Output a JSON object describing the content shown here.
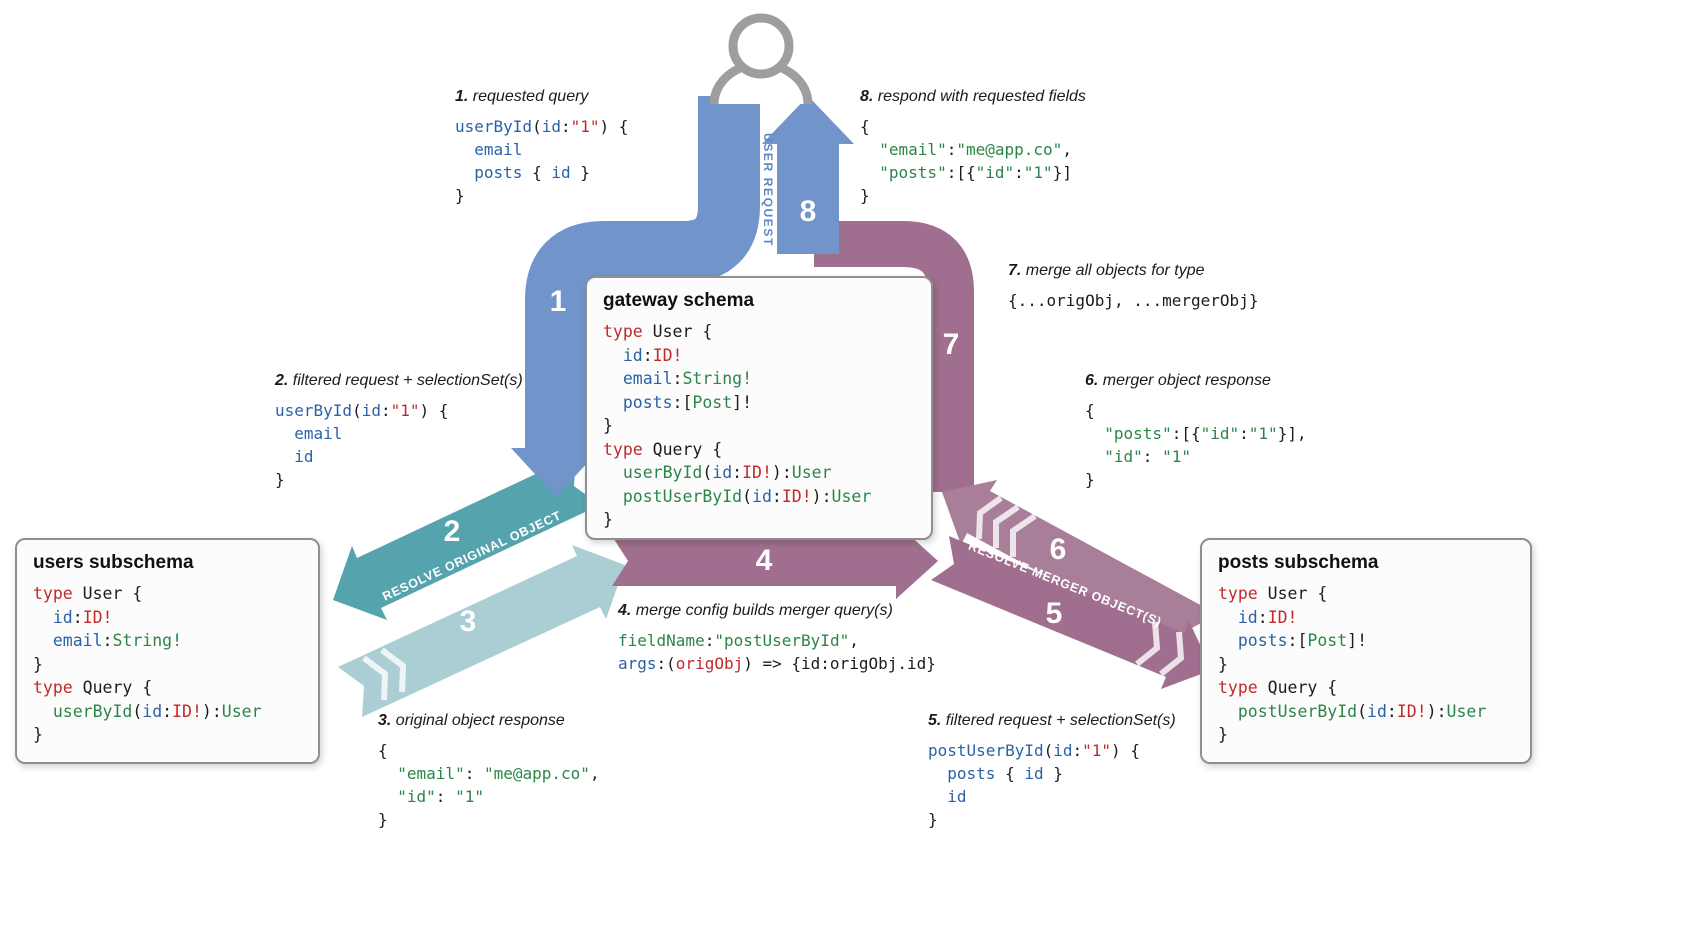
{
  "flow": {
    "user_request_label": "USER REQUEST",
    "resolve_original_label": "RESOLVE ORIGINAL OBJECT",
    "resolve_merger_label": "RESOLVE MERGER OBJECT(S)",
    "steps": [
      "1",
      "2",
      "3",
      "4",
      "5",
      "6",
      "7",
      "8"
    ]
  },
  "colors": {
    "blue": "#7195ca",
    "teal": "#55a3ad",
    "teal_light": "#abced5",
    "purple": "#a06f8f",
    "purple_light": "#a87e99",
    "icon_gray": "#9e9e9e"
  },
  "boxes": {
    "gateway": {
      "title": "gateway schema",
      "code": [
        [
          [
            "type",
            "k"
          ],
          [
            " User {",
            "p"
          ]
        ],
        [
          [
            "  ",
            "p"
          ],
          [
            "id",
            "b"
          ],
          [
            ":",
            "p"
          ],
          [
            "ID!",
            "k"
          ]
        ],
        [
          [
            "  ",
            "p"
          ],
          [
            "email",
            "b"
          ],
          [
            ":",
            "p"
          ],
          [
            "String!",
            "g"
          ]
        ],
        [
          [
            "  ",
            "p"
          ],
          [
            "posts",
            "b"
          ],
          [
            ":[",
            "p"
          ],
          [
            "Post",
            "g"
          ],
          [
            "]!",
            "p"
          ]
        ],
        [
          [
            "}",
            "p"
          ]
        ],
        [
          [
            "type",
            "k"
          ],
          [
            " Query {",
            "p"
          ]
        ],
        [
          [
            "  ",
            "p"
          ],
          [
            "userById",
            "g"
          ],
          [
            "(",
            "p"
          ],
          [
            "id",
            "b"
          ],
          [
            ":",
            "p"
          ],
          [
            "ID!",
            "k"
          ],
          [
            "):",
            "p"
          ],
          [
            "User",
            "g"
          ]
        ],
        [
          [
            "  ",
            "p"
          ],
          [
            "postUserById",
            "g"
          ],
          [
            "(",
            "p"
          ],
          [
            "id",
            "b"
          ],
          [
            ":",
            "p"
          ],
          [
            "ID!",
            "k"
          ],
          [
            "):",
            "p"
          ],
          [
            "User",
            "g"
          ]
        ],
        [
          [
            "}",
            "p"
          ]
        ]
      ]
    },
    "users": {
      "title": "users subschema",
      "code": [
        [
          [
            "type",
            "k"
          ],
          [
            " User {",
            "p"
          ]
        ],
        [
          [
            "  ",
            "p"
          ],
          [
            "id",
            "b"
          ],
          [
            ":",
            "p"
          ],
          [
            "ID!",
            "k"
          ]
        ],
        [
          [
            "  ",
            "p"
          ],
          [
            "email",
            "b"
          ],
          [
            ":",
            "p"
          ],
          [
            "String!",
            "g"
          ]
        ],
        [
          [
            "}",
            "p"
          ]
        ],
        [
          [
            "type",
            "k"
          ],
          [
            " Query {",
            "p"
          ]
        ],
        [
          [
            "  ",
            "p"
          ],
          [
            "userById",
            "g"
          ],
          [
            "(",
            "p"
          ],
          [
            "id",
            "b"
          ],
          [
            ":",
            "p"
          ],
          [
            "ID!",
            "k"
          ],
          [
            "):",
            "p"
          ],
          [
            "User",
            "g"
          ]
        ],
        [
          [
            "}",
            "p"
          ]
        ]
      ]
    },
    "posts": {
      "title": "posts subschema",
      "code": [
        [
          [
            "type",
            "k"
          ],
          [
            " User {",
            "p"
          ]
        ],
        [
          [
            "  ",
            "p"
          ],
          [
            "id",
            "b"
          ],
          [
            ":",
            "p"
          ],
          [
            "ID!",
            "k"
          ]
        ],
        [
          [
            "  ",
            "p"
          ],
          [
            "posts",
            "b"
          ],
          [
            ":[",
            "p"
          ],
          [
            "Post",
            "g"
          ],
          [
            "]!",
            "p"
          ]
        ],
        [
          [
            "}",
            "p"
          ]
        ],
        [
          [
            "type",
            "k"
          ],
          [
            " Query {",
            "p"
          ]
        ],
        [
          [
            "  ",
            "p"
          ],
          [
            "postUserById",
            "g"
          ],
          [
            "(",
            "p"
          ],
          [
            "id",
            "b"
          ],
          [
            ":",
            "p"
          ],
          [
            "ID!",
            "k"
          ],
          [
            "):",
            "p"
          ],
          [
            "User",
            "g"
          ]
        ],
        [
          [
            "}",
            "p"
          ]
        ]
      ]
    }
  },
  "annotations": {
    "a1": {
      "num": "1.",
      "label": "requested query",
      "code": [
        [
          [
            "userById",
            "b"
          ],
          [
            "(",
            "p"
          ],
          [
            "id",
            "b"
          ],
          [
            ":",
            "p"
          ],
          [
            "\"1\"",
            "k"
          ],
          [
            ") {",
            "p"
          ]
        ],
        [
          [
            "  ",
            "p"
          ],
          [
            "email",
            "b"
          ]
        ],
        [
          [
            "  ",
            "p"
          ],
          [
            "posts",
            "b"
          ],
          [
            " { ",
            "p"
          ],
          [
            "id",
            "b"
          ],
          [
            " }",
            "p"
          ]
        ],
        [
          [
            "}",
            "p"
          ]
        ]
      ]
    },
    "a2": {
      "num": "2.",
      "label": "filtered request + selectionSet(s)",
      "code": [
        [
          [
            "userById",
            "b"
          ],
          [
            "(",
            "p"
          ],
          [
            "id",
            "b"
          ],
          [
            ":",
            "p"
          ],
          [
            "\"1\"",
            "k"
          ],
          [
            ") {",
            "p"
          ]
        ],
        [
          [
            "  ",
            "p"
          ],
          [
            "email",
            "b"
          ]
        ],
        [
          [
            "  ",
            "p"
          ],
          [
            "id",
            "b"
          ]
        ],
        [
          [
            "}",
            "p"
          ]
        ]
      ]
    },
    "a3": {
      "num": "3.",
      "label": "original object response",
      "code": [
        [
          [
            "{",
            "p"
          ]
        ],
        [
          [
            "  ",
            "p"
          ],
          [
            "\"email\"",
            "g"
          ],
          [
            ": ",
            "p"
          ],
          [
            "\"me@app.co\"",
            "g"
          ],
          [
            ",",
            "p"
          ]
        ],
        [
          [
            "  ",
            "p"
          ],
          [
            "\"id\"",
            "g"
          ],
          [
            ": ",
            "p"
          ],
          [
            "\"1\"",
            "g"
          ]
        ],
        [
          [
            "}",
            "p"
          ]
        ]
      ]
    },
    "a4": {
      "num": "4.",
      "label": "merge config builds merger query(s)",
      "code": [
        [
          [
            "fieldName",
            "g"
          ],
          [
            ":",
            "p"
          ],
          [
            "\"postUserById\"",
            "g"
          ],
          [
            ",",
            "p"
          ]
        ],
        [
          [
            "args",
            "b"
          ],
          [
            ":(",
            "p"
          ],
          [
            "origObj",
            "k"
          ],
          [
            ") => {id:origObj.id}",
            "p"
          ]
        ]
      ]
    },
    "a5": {
      "num": "5.",
      "label": "filtered request + selectionSet(s)",
      "code": [
        [
          [
            "postUserById",
            "b"
          ],
          [
            "(",
            "p"
          ],
          [
            "id",
            "b"
          ],
          [
            ":",
            "p"
          ],
          [
            "\"1\"",
            "k"
          ],
          [
            ") {",
            "p"
          ]
        ],
        [
          [
            "  ",
            "p"
          ],
          [
            "posts",
            "b"
          ],
          [
            " { ",
            "p"
          ],
          [
            "id",
            "b"
          ],
          [
            " }",
            "p"
          ]
        ],
        [
          [
            "  ",
            "p"
          ],
          [
            "id",
            "b"
          ]
        ],
        [
          [
            "}",
            "p"
          ]
        ]
      ]
    },
    "a6": {
      "num": "6.",
      "label": "merger object response",
      "code": [
        [
          [
            "{",
            "p"
          ]
        ],
        [
          [
            "  ",
            "p"
          ],
          [
            "\"posts\"",
            "g"
          ],
          [
            ":[{",
            "p"
          ],
          [
            "\"id\"",
            "g"
          ],
          [
            ":",
            "p"
          ],
          [
            "\"1\"",
            "g"
          ],
          [
            "}],",
            "p"
          ]
        ],
        [
          [
            "  ",
            "p"
          ],
          [
            "\"id\"",
            "g"
          ],
          [
            ": ",
            "p"
          ],
          [
            "\"1\"",
            "g"
          ]
        ],
        [
          [
            "}",
            "p"
          ]
        ]
      ]
    },
    "a7": {
      "num": "7.",
      "label": "merge all objects for type",
      "code": [
        [
          [
            "{...origObj, ...mergerObj}",
            "p"
          ]
        ]
      ]
    },
    "a8": {
      "num": "8.",
      "label": "respond with requested fields",
      "code": [
        [
          [
            "{",
            "p"
          ]
        ],
        [
          [
            "  ",
            "p"
          ],
          [
            "\"email\"",
            "g"
          ],
          [
            ":",
            "p"
          ],
          [
            "\"me@app.co\"",
            "g"
          ],
          [
            ",",
            "p"
          ]
        ],
        [
          [
            "  ",
            "p"
          ],
          [
            "\"posts\"",
            "g"
          ],
          [
            ":[{",
            "p"
          ],
          [
            "\"id\"",
            "g"
          ],
          [
            ":",
            "p"
          ],
          [
            "\"1\"",
            "g"
          ],
          [
            "}]",
            "p"
          ]
        ],
        [
          [
            "}",
            "p"
          ]
        ]
      ]
    }
  }
}
